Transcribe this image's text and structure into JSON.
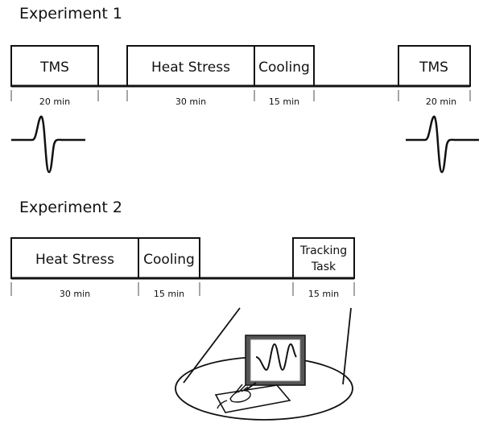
{
  "experiment1": {
    "title": "Experiment 1",
    "blocks": [
      {
        "label": "TMS",
        "duration": "20 min"
      },
      {
        "label": "Heat Stress",
        "duration": "30 min"
      },
      {
        "label": "Cooling",
        "duration": "15 min"
      },
      {
        "label": "TMS",
        "duration": "20 min"
      }
    ]
  },
  "experiment2": {
    "title": "Experiment 2",
    "blocks": [
      {
        "label": "Heat Stress",
        "duration": "30 min"
      },
      {
        "label": "Cooling",
        "duration": "15 min"
      },
      {
        "label_line1": "Tracking",
        "label_line2": "Task",
        "duration": "15 min"
      }
    ]
  }
}
